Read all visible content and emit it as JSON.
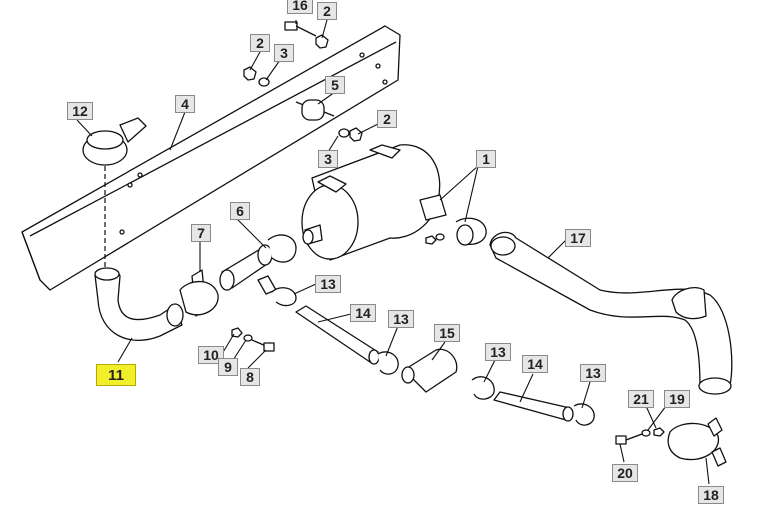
{
  "callouts": {
    "c16": "16",
    "c2a": "2",
    "c2b": "2",
    "c3a": "3",
    "c4": "4",
    "c5": "5",
    "c2c": "2",
    "c3b": "3",
    "c12": "12",
    "c1": "1",
    "c6": "6",
    "c7": "7",
    "c17": "17",
    "c13a": "13",
    "c14a": "14",
    "c13b": "13",
    "c15": "15",
    "c13c": "13",
    "c14b": "14",
    "c13d": "13",
    "c10": "10",
    "c9": "9",
    "c8": "8",
    "c11": "11",
    "c21": "21",
    "c19": "19",
    "c20": "20",
    "c18": "18"
  },
  "highlight": {
    "part": "11",
    "color": "#f2ee2a"
  }
}
